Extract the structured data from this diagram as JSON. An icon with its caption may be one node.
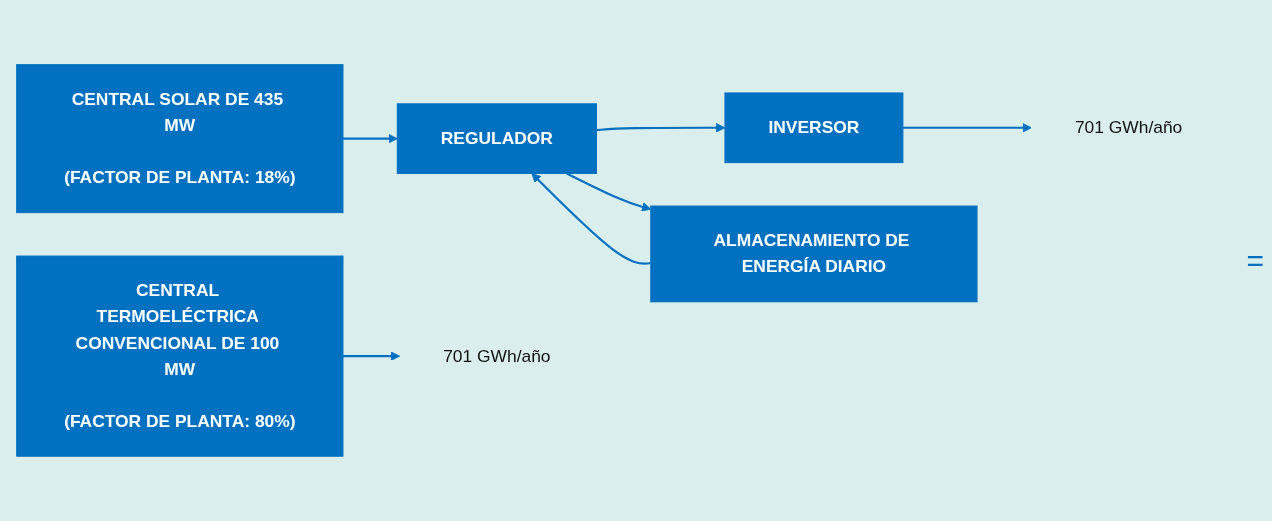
{
  "diagram": {
    "nodes": [
      {
        "text": [
          "CENTRAL SOLAR DE 435 MW",
          "(FACTOR DE PLANTA: 18%)"
        ]
      },
      {
        "text": [
          "REGULADOR"
        ]
      },
      {
        "text": [
          "INVERSOR"
        ]
      },
      {
        "text": [
          "701 GWh/año"
        ]
      },
      {
        "text": [
          "ALMACENAMIENTO DE ENERGÍA DIARIO"
        ]
      },
      {
        "text": [
          "CENTRAL TERMOELÉCTRICA CONVENCIONAL DE 100 MW",
          "(FACTOR DE PLANTA: 80%)"
        ]
      },
      {
        "text": [
          "701 GWh/año"
        ]
      }
    ],
    "edges": [
      {
        "from": 0,
        "to": 1,
        "arrow": "to"
      },
      {
        "from": 1,
        "to": 2,
        "arrow": "to"
      },
      {
        "from": 2,
        "to": 3,
        "arrow": "to"
      },
      {
        "from": 1,
        "to": 4,
        "arrow": "to"
      },
      {
        "from": 4,
        "to": 1,
        "arrow": "to"
      },
      {
        "from": 5,
        "to": 6,
        "arrow": "to"
      }
    ],
    "labels": [
      "="
    ]
  }
}
